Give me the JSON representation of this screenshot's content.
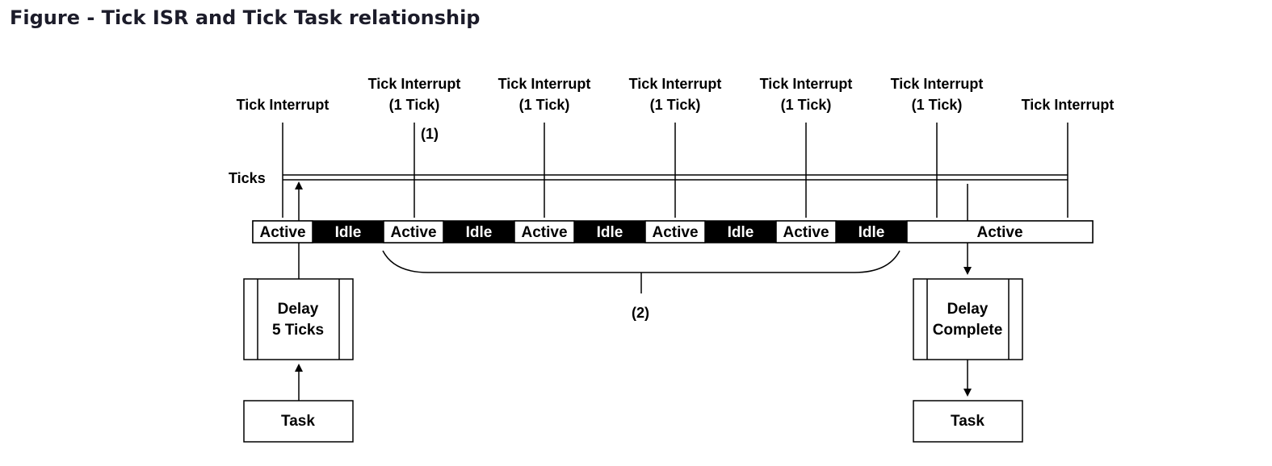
{
  "figure_title": "Figure - Tick ISR and Tick Task relationship",
  "tick_labels": [
    {
      "line1": "",
      "line2": "Tick Interrupt"
    },
    {
      "line1": "Tick Interrupt",
      "line2": "(1 Tick)"
    },
    {
      "line1": "Tick Interrupt",
      "line2": "(1 Tick)"
    },
    {
      "line1": "Tick Interrupt",
      "line2": "(1 Tick)"
    },
    {
      "line1": "Tick Interrupt",
      "line2": "(1 Tick)"
    },
    {
      "line1": "Tick Interrupt",
      "line2": "(1 Tick)"
    },
    {
      "line1": "",
      "line2": "Tick Interrupt"
    }
  ],
  "ticks_label": "Ticks",
  "callout_1": "(1)",
  "callout_2": "(2)",
  "timeline": [
    {
      "label": "Active",
      "state": "active"
    },
    {
      "label": "Idle",
      "state": "idle"
    },
    {
      "label": "Active",
      "state": "active"
    },
    {
      "label": "Idle",
      "state": "idle"
    },
    {
      "label": "Active",
      "state": "active"
    },
    {
      "label": "Idle",
      "state": "idle"
    },
    {
      "label": "Active",
      "state": "active"
    },
    {
      "label": "Idle",
      "state": "idle"
    },
    {
      "label": "Active",
      "state": "active"
    },
    {
      "label": "Idle",
      "state": "idle"
    },
    {
      "label": "Active",
      "state": "active"
    }
  ],
  "left_delay": {
    "line1": "Delay",
    "line2": "5 Ticks"
  },
  "right_delay": {
    "line1": "Delay",
    "line2": "Complete"
  },
  "left_task": "Task",
  "right_task": "Task",
  "colors": {
    "active_fill": "#ffffff",
    "idle_fill": "#000000",
    "line": "#000000"
  }
}
